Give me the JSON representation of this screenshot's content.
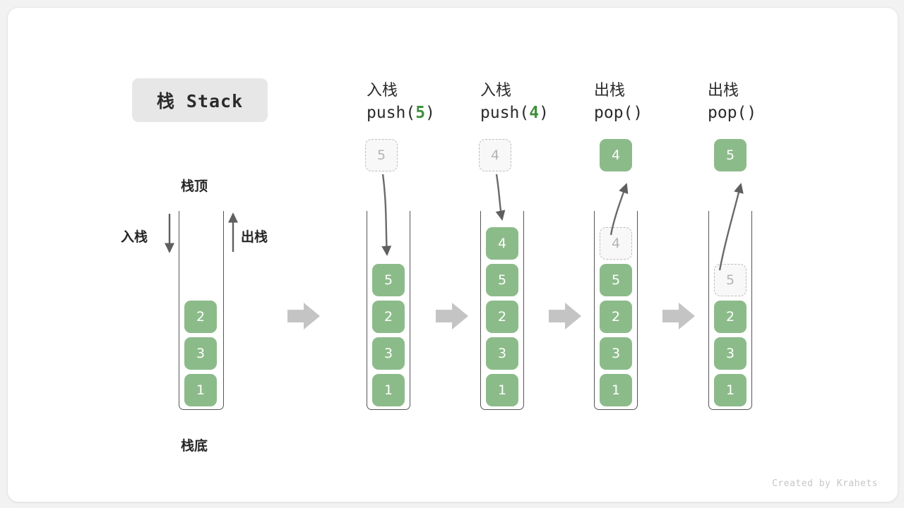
{
  "title": {
    "badge": "栈 Stack"
  },
  "labels": {
    "top": "栈顶",
    "bottom": "栈底",
    "push": "入栈",
    "pop": "出栈"
  },
  "colors": {
    "cell_fill": "#8cbb8a",
    "cell_text": "#ffffff",
    "ghost_fill": "#f8f8f8",
    "ghost_border": "#bdbdbd",
    "ghost_text": "#b4b4b4",
    "arrow": "#5f5f5f",
    "separator": "#c4c4c4",
    "badge_bg": "#e7e7e7",
    "accent_green": "#3f8f3d",
    "container_border": "#555555",
    "footer_text": "#c6c6c6"
  },
  "steps": [
    {
      "id": "initial",
      "header_cn": "",
      "header_code": "",
      "header_arg": "",
      "stack": [
        "2",
        "3",
        "1"
      ],
      "float_box": null,
      "float_kind": null,
      "ghost_in_stack": null
    },
    {
      "id": "push-5",
      "header_cn": "入栈",
      "header_code_pre": "push(",
      "header_arg": "5",
      "header_code_post": ")",
      "stack": [
        "5",
        "2",
        "3",
        "1"
      ],
      "float_box": "5",
      "float_kind": "ghost",
      "ghost_in_stack": null
    },
    {
      "id": "push-4",
      "header_cn": "入栈",
      "header_code_pre": "push(",
      "header_arg": "4",
      "header_code_post": ")",
      "stack": [
        "4",
        "5",
        "2",
        "3",
        "1"
      ],
      "float_box": "4",
      "float_kind": "ghost",
      "ghost_in_stack": null
    },
    {
      "id": "pop-1",
      "header_cn": "出栈",
      "header_code_pre": "pop(",
      "header_arg": "",
      "header_code_post": ")",
      "stack": [
        "5",
        "2",
        "3",
        "1"
      ],
      "float_box": "4",
      "float_kind": "solid",
      "ghost_in_stack": "4"
    },
    {
      "id": "pop-2",
      "header_cn": "出栈",
      "header_code_pre": "pop(",
      "header_arg": "",
      "header_code_post": ")",
      "stack": [
        "2",
        "3",
        "1"
      ],
      "float_box": "5",
      "float_kind": "solid",
      "ghost_in_stack": "5"
    }
  ],
  "footer": "Created by Krahets"
}
